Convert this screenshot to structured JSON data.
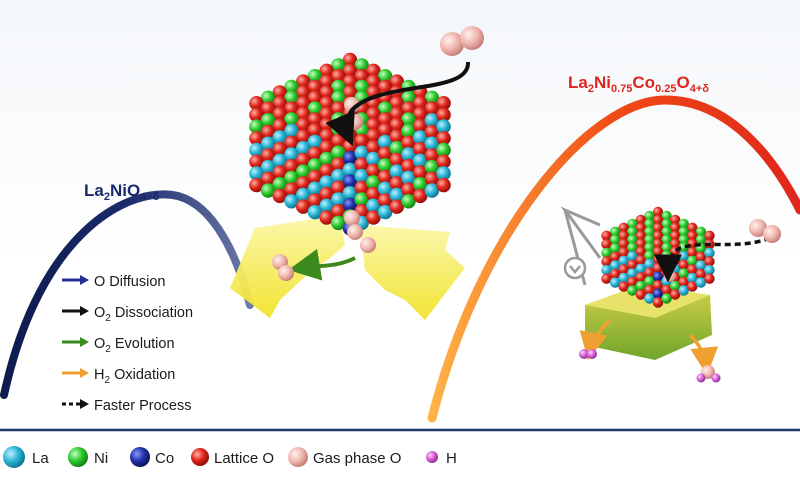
{
  "compounds": {
    "left": {
      "base": "La",
      "sub1": "2",
      "mid": "NiO",
      "sub2": "4+δ"
    },
    "right": {
      "base": "La",
      "sub1": "2",
      "mid1": "Ni",
      "sub2": "0.75",
      "mid2": "Co",
      "sub3": "0.25",
      "mid3": "O",
      "sub4": "4+δ"
    }
  },
  "process_legend": [
    {
      "pre": "O Diffusion",
      "sub": "",
      "post": "",
      "color": "#2a2f8f"
    },
    {
      "pre": "O",
      "sub": "2",
      "post": " Dissociation",
      "color": "#111111"
    },
    {
      "pre": "O",
      "sub": "2",
      "post": " Evolution",
      "color": "#3c8a1e"
    },
    {
      "pre": "H",
      "sub": "2",
      "post": " Oxidation",
      "color": "#f0a030"
    },
    {
      "pre": "Faster Process",
      "sub": "",
      "post": "",
      "color": "#111111"
    }
  ],
  "atom_legend": [
    {
      "label": "La",
      "color": "#2bb7d6"
    },
    {
      "label": "Ni",
      "color": "#2ecc2e"
    },
    {
      "label": "Co",
      "color": "#2233aa"
    },
    {
      "label": "Lattice O",
      "color": "#e0261c"
    },
    {
      "label": "Gas phase O",
      "color": "#f0b5ae"
    },
    {
      "label": "H",
      "color": "#d763d8"
    }
  ],
  "colors": {
    "left_curve": "#1b2a6b",
    "right_curve": "#f26a1b",
    "yellow_arrow": "#f3e84a",
    "divider": "#1d3a6e"
  }
}
